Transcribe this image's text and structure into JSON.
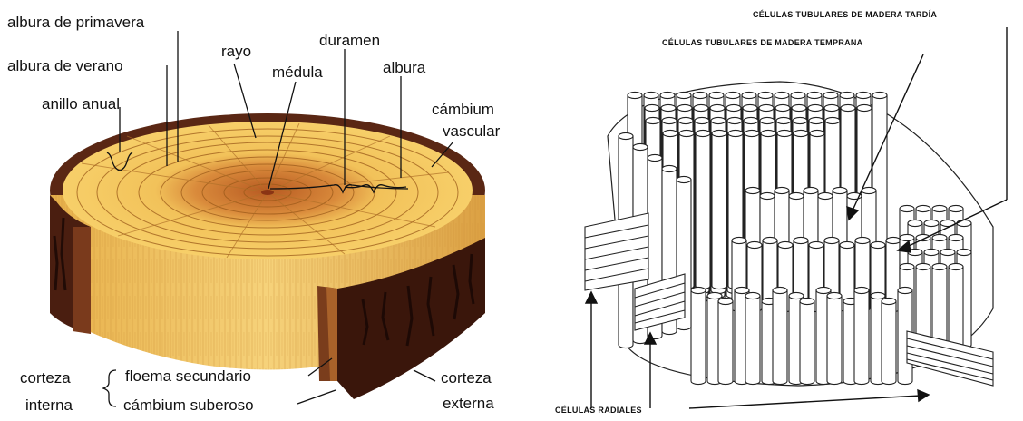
{
  "left_diagram": {
    "labels": {
      "albura_primavera": "albura de primavera",
      "albura_verano": "albura de verano",
      "anillo_anual": "anillo anual",
      "rayo": "rayo",
      "medula": "médula",
      "duramen": "duramen",
      "albura": "albura",
      "cambium_vascular_1": "cámbium",
      "cambium_vascular_2": "vascular",
      "corteza_interna_1": "corteza",
      "corteza_interna_2": "interna",
      "floema": "floema secundario",
      "cambium_suberoso": "cámbium suberoso",
      "corteza_externa_1": "corteza",
      "corteza_externa_2": "externa"
    },
    "colors": {
      "sapwood": "#f5c453",
      "heartwood": "#c9702e",
      "pith": "#a3461a",
      "bark": "#5a2714",
      "bark_dark": "#2e120a"
    }
  },
  "right_diagram": {
    "labels": {
      "tardia": "CÉLULAS TUBULARES DE MADERA TARDÍA",
      "temprana": "CÉLULAS TUBULARES DE MADERA TEMPRANA",
      "radiales": "CÉLULAS RADIALES"
    }
  }
}
